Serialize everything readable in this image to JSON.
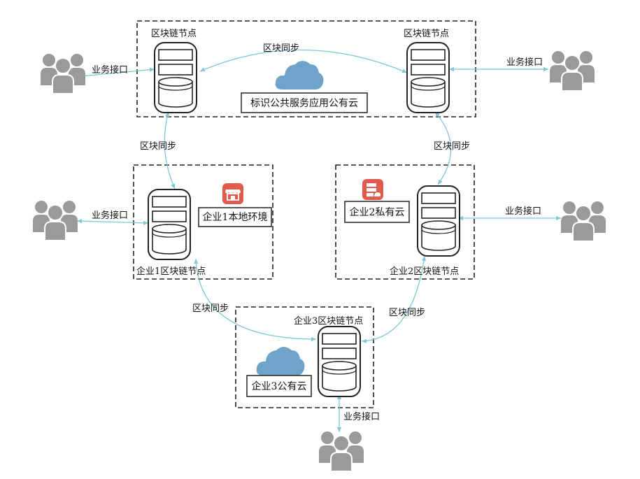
{
  "nodes": {
    "top_left": "区块链节点",
    "top_right": "区块链节点",
    "enterprise1": "企业1区块链节点",
    "enterprise2": "企业2区块链节点",
    "enterprise3": "企业3区块链节点"
  },
  "environments": {
    "public_cloud": "标识公共服务应用公有云",
    "enterprise1_local": "企业1本地环境",
    "enterprise2_private": "企业2私有云",
    "enterprise3_public": "企业3公有云"
  },
  "links": {
    "sync_top": "区块同步",
    "sync_left": "区块同步",
    "sync_right": "区块同步",
    "sync_bottom_left": "区块同步",
    "sync_bottom_right": "区块同步",
    "interface_top_left": "业务接口",
    "interface_top_right": "业务接口",
    "interface_mid_left": "业务接口",
    "interface_mid_right": "业务接口",
    "interface_bottom": "业务接口"
  },
  "colors": {
    "connector": "#7ec8d8",
    "users": "#9a9a9a",
    "cloud": "#6fa3c9",
    "icon_red": "#e05a4e",
    "box_border": "#222222"
  },
  "icons": {
    "users": "users-group-icon",
    "cloud": "cloud-icon",
    "store": "store-icon",
    "server": "server-stack-icon",
    "database": "database-server-icon"
  }
}
